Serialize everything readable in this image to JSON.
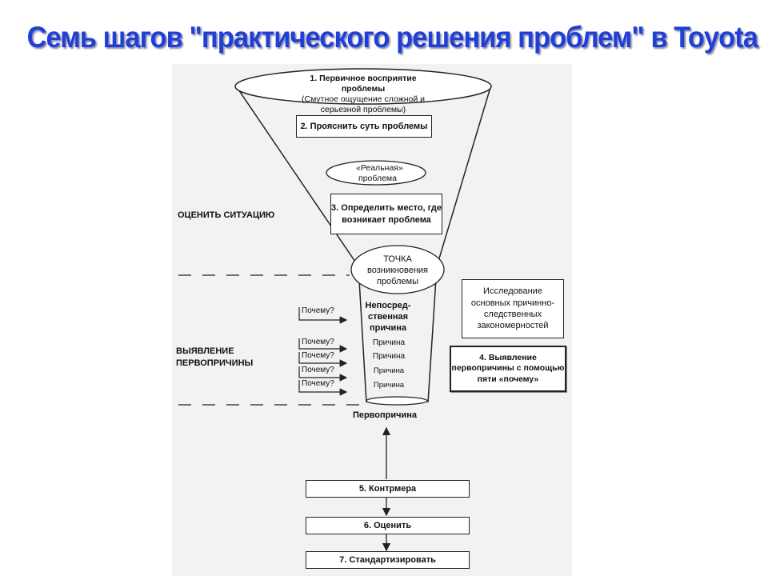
{
  "title": "Семь шагов \"практического решения проблем\" в Toyota",
  "diagram": {
    "step1_title": "1. Первичное восприятие проблемы",
    "step1_sub": "(Смутное ощущение сложной и серьезной проблемы)",
    "step2": "2. Прояснить суть проблемы",
    "real_problem": "«Реальная» проблема",
    "step3": "3. Определить место, где возникает проблема",
    "point": "ТОЧКА возникновения проблемы",
    "direct_cause": "Непосред-ственная причина",
    "causes": [
      "Причина",
      "Причина",
      "Причина",
      "Причина"
    ],
    "why": [
      "Почему?",
      "Почему?",
      "Почему?",
      "Почему?",
      "Почему?"
    ],
    "assess_label": "ОЦЕНИТЬ СИТУАЦИЮ",
    "root_label": "ВЫЯВЛЕНИЕ ПЕРВОПРИЧИНЫ",
    "research": "Исследование основных причинно-следственных закономерностей",
    "step4": "4. Выявление первопричины с помощью пяти «почему»",
    "root_cause": "Первопричина",
    "step5": "5. Контрмера",
    "step6": "6. Оценить",
    "step7": "7. Стандартизировать"
  }
}
